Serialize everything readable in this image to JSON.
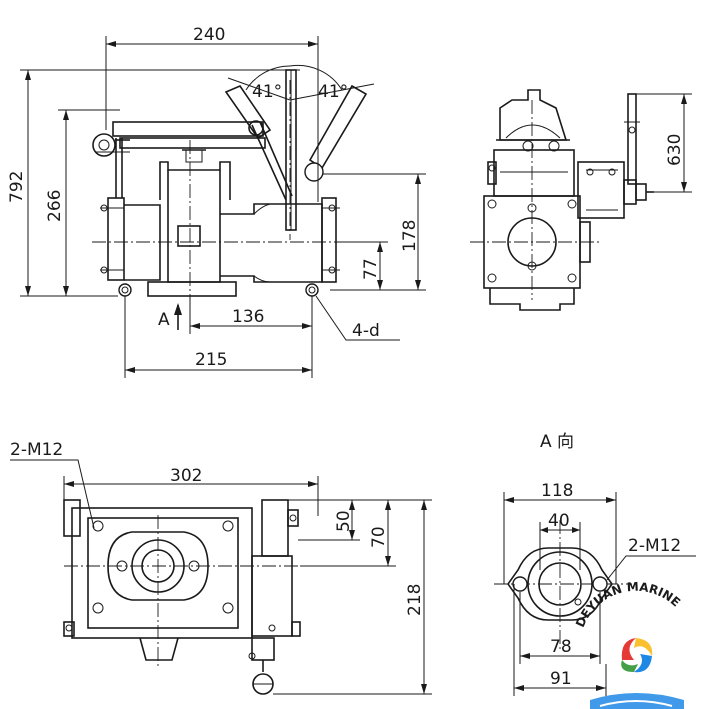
{
  "front_view": {
    "dim_width_top": "240",
    "angle_left": "41°",
    "angle_right": "41°",
    "dim_height_total": "792",
    "dim_height_body": "266",
    "dim_height_right": "178",
    "dim_height_small": "77",
    "dim_offset": "136",
    "dim_width_bottom": "215",
    "hole_callout": "4-d",
    "view_marker": "A"
  },
  "side_view": {
    "dim_height": "630"
  },
  "top_view": {
    "thread_callout": "2-M12",
    "dim_width": "302",
    "dim_50": "50",
    "dim_70": "70",
    "dim_218": "218"
  },
  "a_view": {
    "title": "A 向",
    "dim_118": "118",
    "dim_40": "40",
    "dim_78": "78",
    "dim_91": "91",
    "thread_callout": "2-M12"
  },
  "watermark": {
    "text": "DEYUAN MARINE",
    "colors": [
      "#e53935",
      "#fbc02d",
      "#1e88e5",
      "#43a047"
    ]
  }
}
